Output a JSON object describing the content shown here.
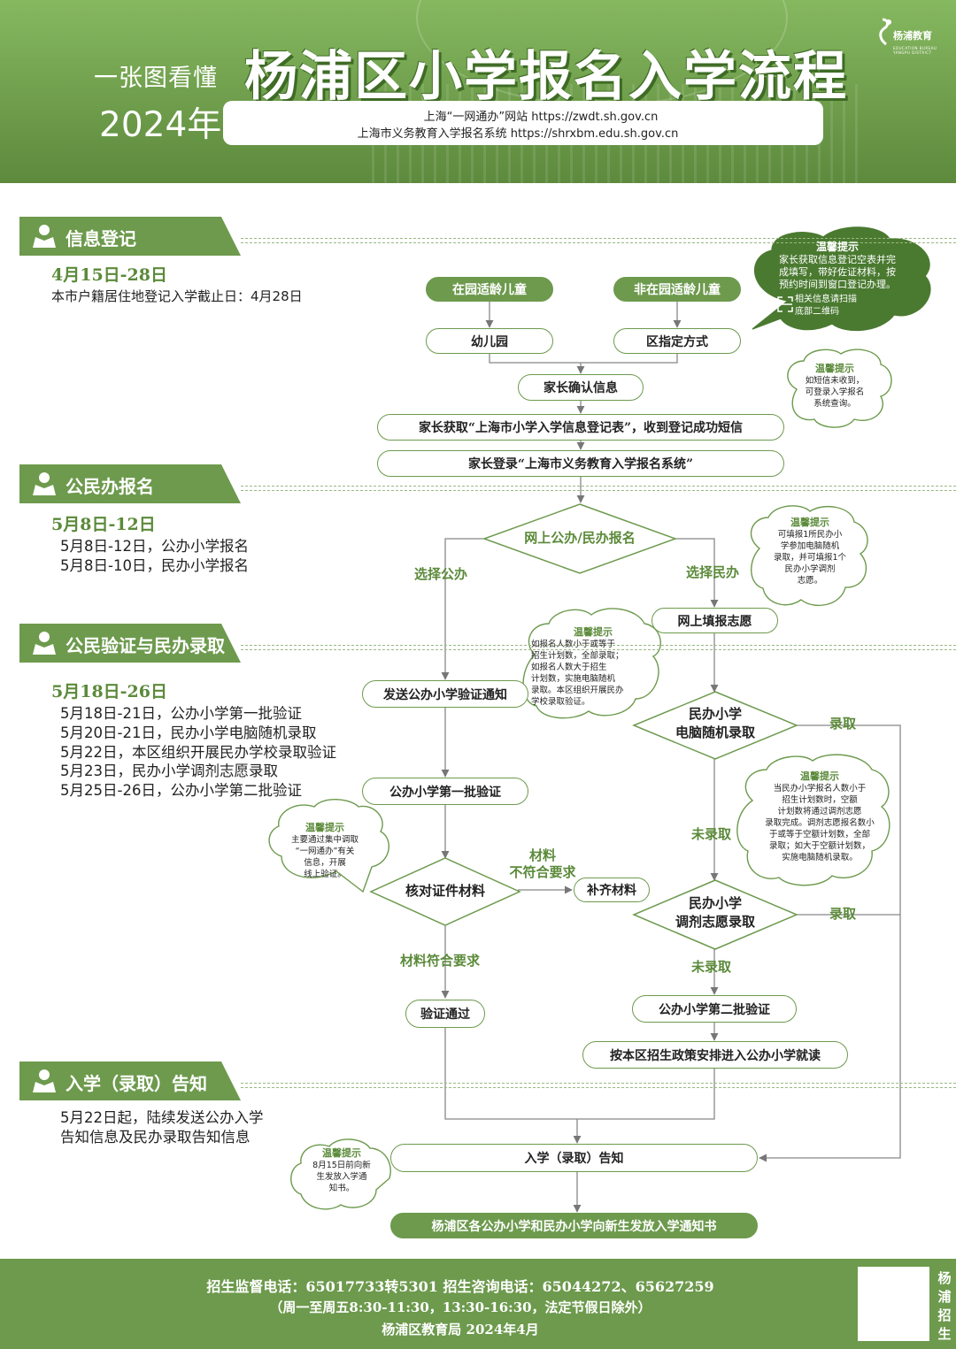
{
  "header": {
    "subtitle": "一张图看懂",
    "year": "2024年",
    "title": "杨浦区小学报名入学流程",
    "url_line1": "上海“一网通办”网站  https://zwdt.sh.gov.cn",
    "url_line2": "上海市义务教育入学报名系统  https://shrxbm.edu.sh.gov.cn",
    "logo_text": "杨浦教育",
    "logo_small": "EDUCATION BUREAU YANGPU DISTRICT"
  },
  "sections": [
    {
      "label": "信息登记",
      "date": "4月15日-28日",
      "lines": [
        "本市户籍居住地登记入学截止日：4月28日"
      ]
    },
    {
      "label": "公民办报名",
      "date": "5月8日-12日",
      "lines": [
        "5月8日-12日，公办小学报名",
        "5月8日-10日，民办小学报名"
      ]
    },
    {
      "label": "公民验证与民办录取",
      "date": "5月18日-26日",
      "lines": [
        "5月18日-21日，公办小学第一批验证",
        "5月20日-21日，民办小学电脑随机录取",
        "5月22日，本区组织开展民办学校录取验证",
        "5月23日，民办小学调剂志愿录取",
        "5月25日-26日，公办小学第二批验证"
      ]
    },
    {
      "label": "入学（录取）告知",
      "lines": [
        "5月22日起，陆续发送公办入学",
        "告知信息及民办录取告知信息"
      ]
    }
  ],
  "flow": {
    "in_kg": "在园适龄儿童",
    "not_in_kg": "非在园适龄儿童",
    "kindergarten": "幼儿园",
    "district": "区指定方式",
    "confirm": "家长确认信息",
    "get_form": "家长获取“上海市小学入学信息登记表”，收到登记成功短信",
    "login": "家长登录“上海市义务教育入学报名系统”",
    "online_apply": "网上公办/民办报名",
    "choose_public": "选择公办",
    "choose_private": "选择民办",
    "fill_wish": "网上填报志愿",
    "send_notice": "发送公办小学验证通知",
    "lottery_1": "民办小学",
    "lottery_2": "电脑随机录取",
    "admitted_1": "录取",
    "not_admitted_1": "未录取",
    "first_batch": "公办小学第一批验证",
    "verify_docs": "核对证件材料",
    "docs_bad_1": "材料",
    "docs_bad_2": "不符合要求",
    "supplement": "补齐材料",
    "adjust_1": "民办小学",
    "adjust_2": "调剂志愿录取",
    "admitted_2": "录取",
    "docs_ok": "材料符合要求",
    "not_admitted_2": "未录取",
    "passed": "验证通过",
    "second_batch": "公办小学第二批验证",
    "arrange": "按本区招生政策安排进入公办小学就读",
    "notify": "入学（录取）告知",
    "final": "杨浦区各公办小学和民办小学向新生发放入学通知书"
  },
  "tips": {
    "title": "温馨提示",
    "t1": [
      "家长获取信息登记空表并完",
      "成填写，带好佐证材料，按",
      "预约时间到窗口登记办理。"
    ],
    "t1_scan": [
      "相关信息请扫描",
      "底部二维码"
    ],
    "t2": [
      "如短信未收到，",
      "可登录入学报名",
      "系统查询。"
    ],
    "t3": [
      "可填报1所民办小",
      "学参加电脑随机",
      "录取，并可填报1个",
      "民办小学调剂",
      "志愿。"
    ],
    "t4": [
      "如报名人数小于或等于",
      "招生计划数，全部录取；",
      "如报名人数大于招生",
      "计划数，实施电脑随机",
      "录取。本区组织开展民办",
      "学校录取验证。"
    ],
    "t5": [
      "当民办小学报名人数小于",
      "招生计划数时，空额",
      "计划数将通过调剂志愿",
      "录取完成。调剂志愿报名数小",
      "于或等于空额计划数，全部",
      "录取；如大于空额计划数，",
      "实施电脑随机录取。"
    ],
    "t6": [
      "主要通过集中调取",
      "“一网通办”有关",
      "信息，开展",
      "线上验证。"
    ],
    "t7": [
      "8月15日前向新",
      "生发放入学通",
      "知书。"
    ]
  },
  "footer": {
    "line1": "招生监督电话：65017733转5301    招生咨询电话：65044272、65627259",
    "line2": "（周一至周五8:30-11:30，13:30-16:30，法定节假日除外）",
    "line3": "杨浦区教育局      2024年4月",
    "vertical": [
      "杨",
      "浦",
      "招",
      "生"
    ]
  },
  "colors": {
    "primary_green": "#6d9a4d",
    "date_green": "#5b8a3a",
    "dark_cloud": "#4a7a30"
  }
}
